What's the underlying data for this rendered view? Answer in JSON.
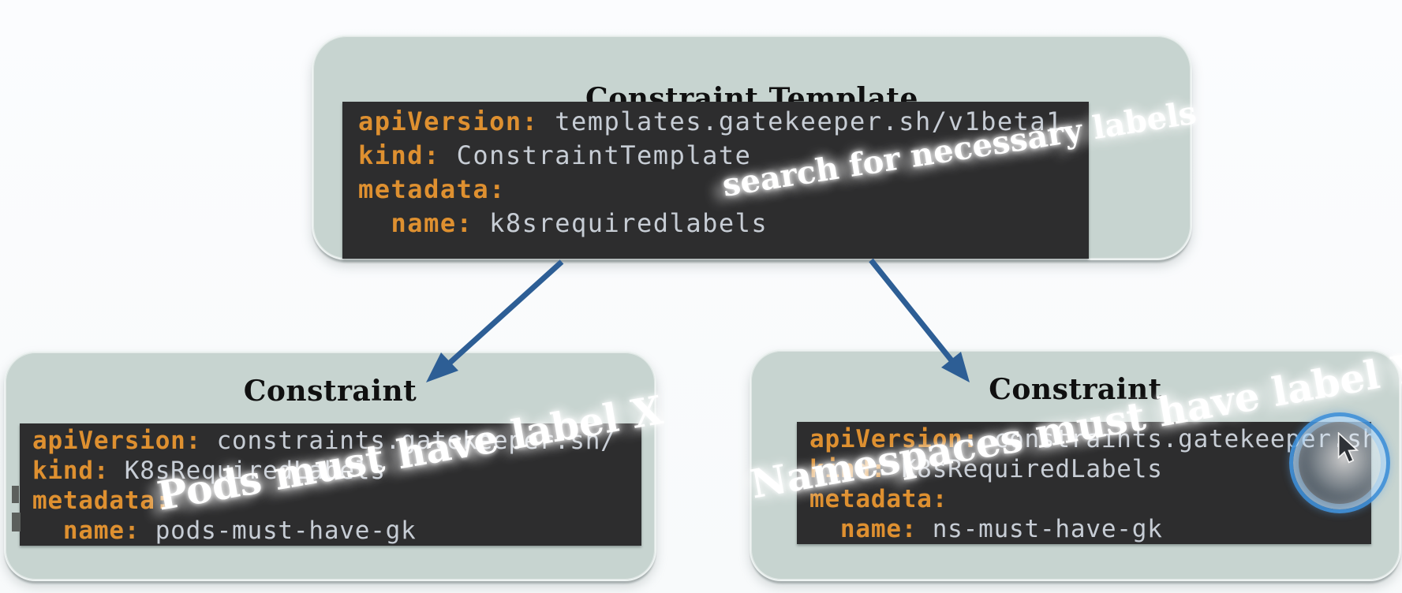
{
  "template_box": {
    "title": "Constraint Template",
    "annotation": "search for necessary labels",
    "code": [
      {
        "key": "apiVersion:",
        "value": " templates.gatekeeper.sh/v1beta1"
      },
      {
        "key": "kind:",
        "value": " ConstraintTemplate"
      },
      {
        "key": "metadata:",
        "value": ""
      },
      {
        "key": "  name:",
        "value": " k8srequiredlabels"
      }
    ]
  },
  "left_box": {
    "title": "Constraint",
    "annotation": "Pods must have label X",
    "code": [
      {
        "key": "apiVersion:",
        "value": " constraints.gatekeeper.sh/"
      },
      {
        "key": "kind:",
        "value": " K8sRequiredLabels"
      },
      {
        "key": "metadata:",
        "value": ""
      },
      {
        "key": "  name:",
        "value": " pods-must-have-gk"
      }
    ]
  },
  "right_box": {
    "title": "Constraint",
    "annotation": "Namespaces must have label Y",
    "code": [
      {
        "key": "apiVersion:",
        "value": " constraints.gatekeeper.sh"
      },
      {
        "key": "kind:",
        "value": " K8sRequiredLabels"
      },
      {
        "key": "metadata:",
        "value": ""
      },
      {
        "key": "  name:",
        "value": " ns-must-have-gk"
      }
    ]
  },
  "colors": {
    "panel_bg": "#c7d4d0",
    "code_bg": "#2d2d2e",
    "yaml_key_orange": "#de9030",
    "yaml_value_gray": "#c7cdd5",
    "title_black": "#101010",
    "arrow_blue": "#2d5e95",
    "click_ring_blue": "#3e8fd8",
    "annotation_white": "#ffffff"
  }
}
